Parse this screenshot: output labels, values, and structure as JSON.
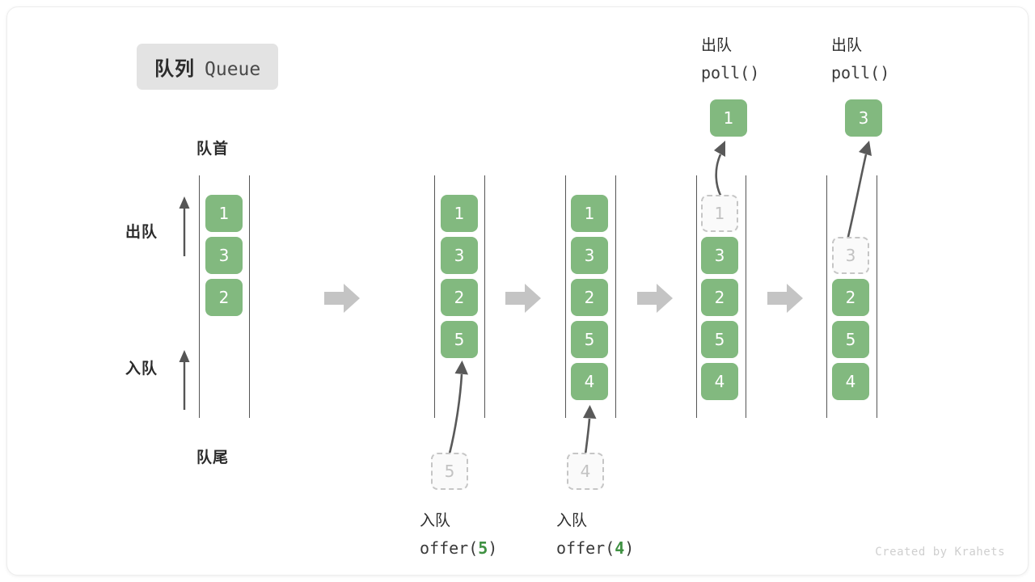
{
  "title": {
    "cn": "队列",
    "en": "Queue"
  },
  "captions": {
    "head": "队首",
    "tail": "队尾"
  },
  "side_labels": {
    "dequeue": "出队",
    "enqueue": "入队"
  },
  "watermark": "Created by Krahets",
  "colors": {
    "cell_green": "#82b97f",
    "cell_text": "#ffffff",
    "ghost_fill": "#fafafa",
    "ghost_border": "#c6c6c6",
    "ghost_text": "#c2c2c2",
    "rail": "#555555",
    "arrow_gray": "#c4c4c4",
    "curve_arrow": "#595959",
    "badge_bg": "#e3e3e3",
    "accent_number": "#3f9142"
  },
  "chart_data": {
    "type": "diagram",
    "title": "队列 Queue",
    "description": "Queue operations: offer(5), offer(4), poll(), poll()",
    "steps": [
      {
        "id": "s1",
        "queue": [
          "1",
          "3",
          "2"
        ],
        "ghost": null,
        "op_label": null,
        "popped": null
      },
      {
        "id": "s2",
        "queue": [
          "1",
          "3",
          "2",
          "5"
        ],
        "ghost": {
          "value": "5",
          "position": "bottom"
        },
        "op_label": {
          "cn": "入队",
          "code_pre": "offer(",
          "code_num": "5",
          "code_post": ")"
        },
        "popped": null
      },
      {
        "id": "s3",
        "queue": [
          "1",
          "3",
          "2",
          "5",
          "4"
        ],
        "ghost": {
          "value": "4",
          "position": "bottom"
        },
        "op_label": {
          "cn": "入队",
          "code_pre": "offer(",
          "code_num": "4",
          "code_post": ")"
        },
        "popped": null
      },
      {
        "id": "s4",
        "queue": [
          "3",
          "2",
          "5",
          "4"
        ],
        "ghost": {
          "value": "1",
          "position": "top"
        },
        "op_label": {
          "cn": "出队",
          "code_pre": "poll()",
          "code_num": "",
          "code_post": ""
        },
        "popped": "1"
      },
      {
        "id": "s5",
        "queue": [
          "2",
          "5",
          "4"
        ],
        "ghost": {
          "value": "3",
          "position": "top2"
        },
        "op_label": {
          "cn": "出队",
          "code_pre": "poll()",
          "code_num": "",
          "code_post": ""
        },
        "popped": "3"
      }
    ],
    "separators": [
      "arrow-right",
      "arrow-right",
      "arrow-right",
      "arrow-right"
    ]
  }
}
